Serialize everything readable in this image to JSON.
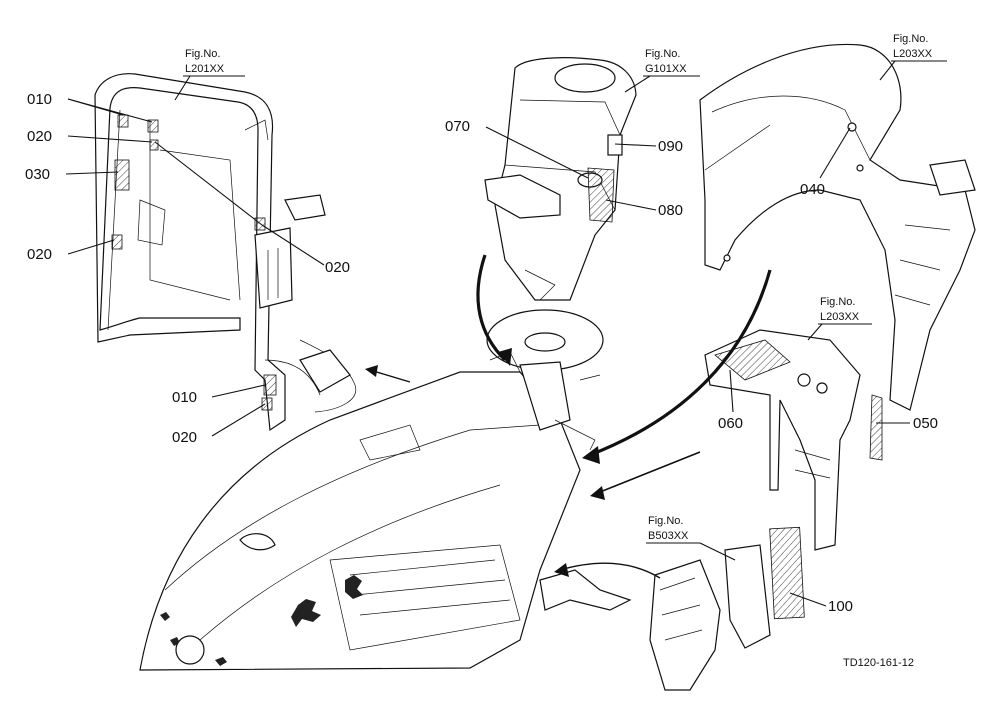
{
  "figure_refs": [
    {
      "caption": "Fig.No.",
      "code": "L201XX"
    },
    {
      "caption": "Fig.No.",
      "code": "G101XX"
    },
    {
      "caption": "Fig.No.",
      "code": "L203XX"
    },
    {
      "caption": "Fig.No.",
      "code": "L203XX"
    },
    {
      "caption": "Fig.No.",
      "code": "B503XX"
    }
  ],
  "callouts": [
    {
      "id": "010"
    },
    {
      "id": "020"
    },
    {
      "id": "030"
    },
    {
      "id": "020"
    },
    {
      "id": "020"
    },
    {
      "id": "010"
    },
    {
      "id": "020"
    },
    {
      "id": "070"
    },
    {
      "id": "090"
    },
    {
      "id": "080"
    },
    {
      "id": "040"
    },
    {
      "id": "060"
    },
    {
      "id": "050"
    },
    {
      "id": "100"
    }
  ],
  "doc_code": "TD120-161-12"
}
